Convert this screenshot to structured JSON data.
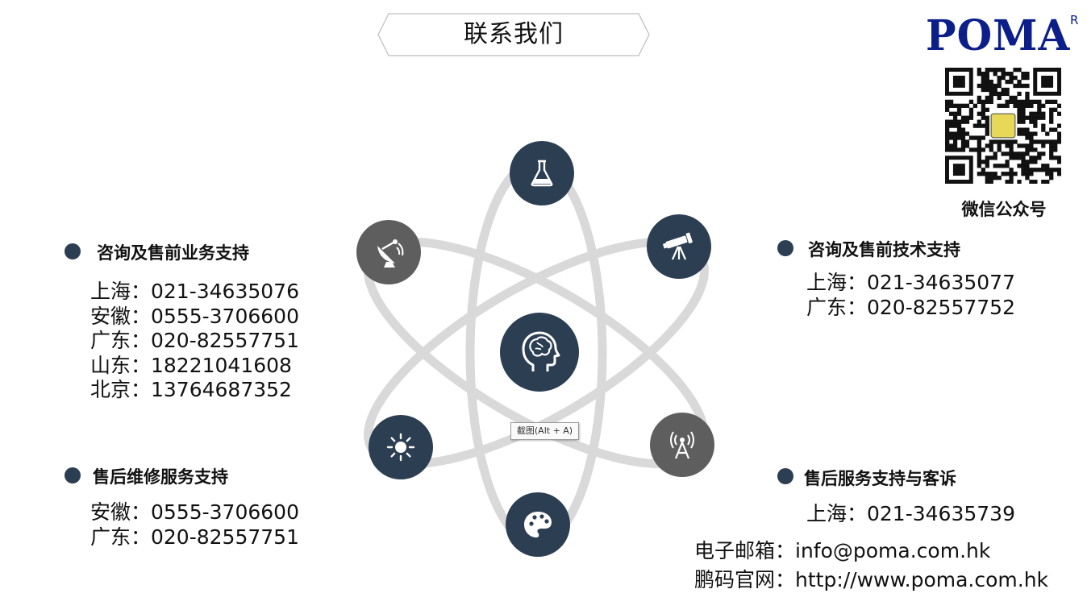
{
  "title": "联系我们",
  "logo": {
    "text": "POMA",
    "registered": "R"
  },
  "qr_label": "微信公众号",
  "sections": {
    "presale_business": {
      "heading": "咨询及售前业务支持",
      "lines": [
        "上海：021-34635076",
        "安徽：0555-3706600",
        "广东：020-82557751",
        "山东：18221041608",
        "北京：13764687352"
      ]
    },
    "presale_tech": {
      "heading": "咨询及售前技术支持",
      "lines": [
        "上海：021-34635077",
        "广东：020-82557752"
      ]
    },
    "repair": {
      "heading": "售后维修服务支持",
      "lines": [
        "安徽：0555-3706600",
        "广东：020-82557751"
      ]
    },
    "aftersales": {
      "heading": "售后服务支持与客诉",
      "lines": [
        "上海：021-34635739"
      ]
    }
  },
  "email_line": "电子邮箱：info@poma.com.hk",
  "website_line": "鹏码官网：http://www.poma.com.hk",
  "tooltip": "截图(Alt + A)",
  "colors": {
    "node_dark": "#2c3e52",
    "node_gray": "#5e5e5e",
    "orbit": "#d9d9d9",
    "logo_blue": "#0b1e8a"
  },
  "icons": [
    "flask-icon",
    "telescope-icon",
    "antenna-icon",
    "palette-icon",
    "sun-icon",
    "satellite-dish-icon",
    "brain-head-icon"
  ]
}
